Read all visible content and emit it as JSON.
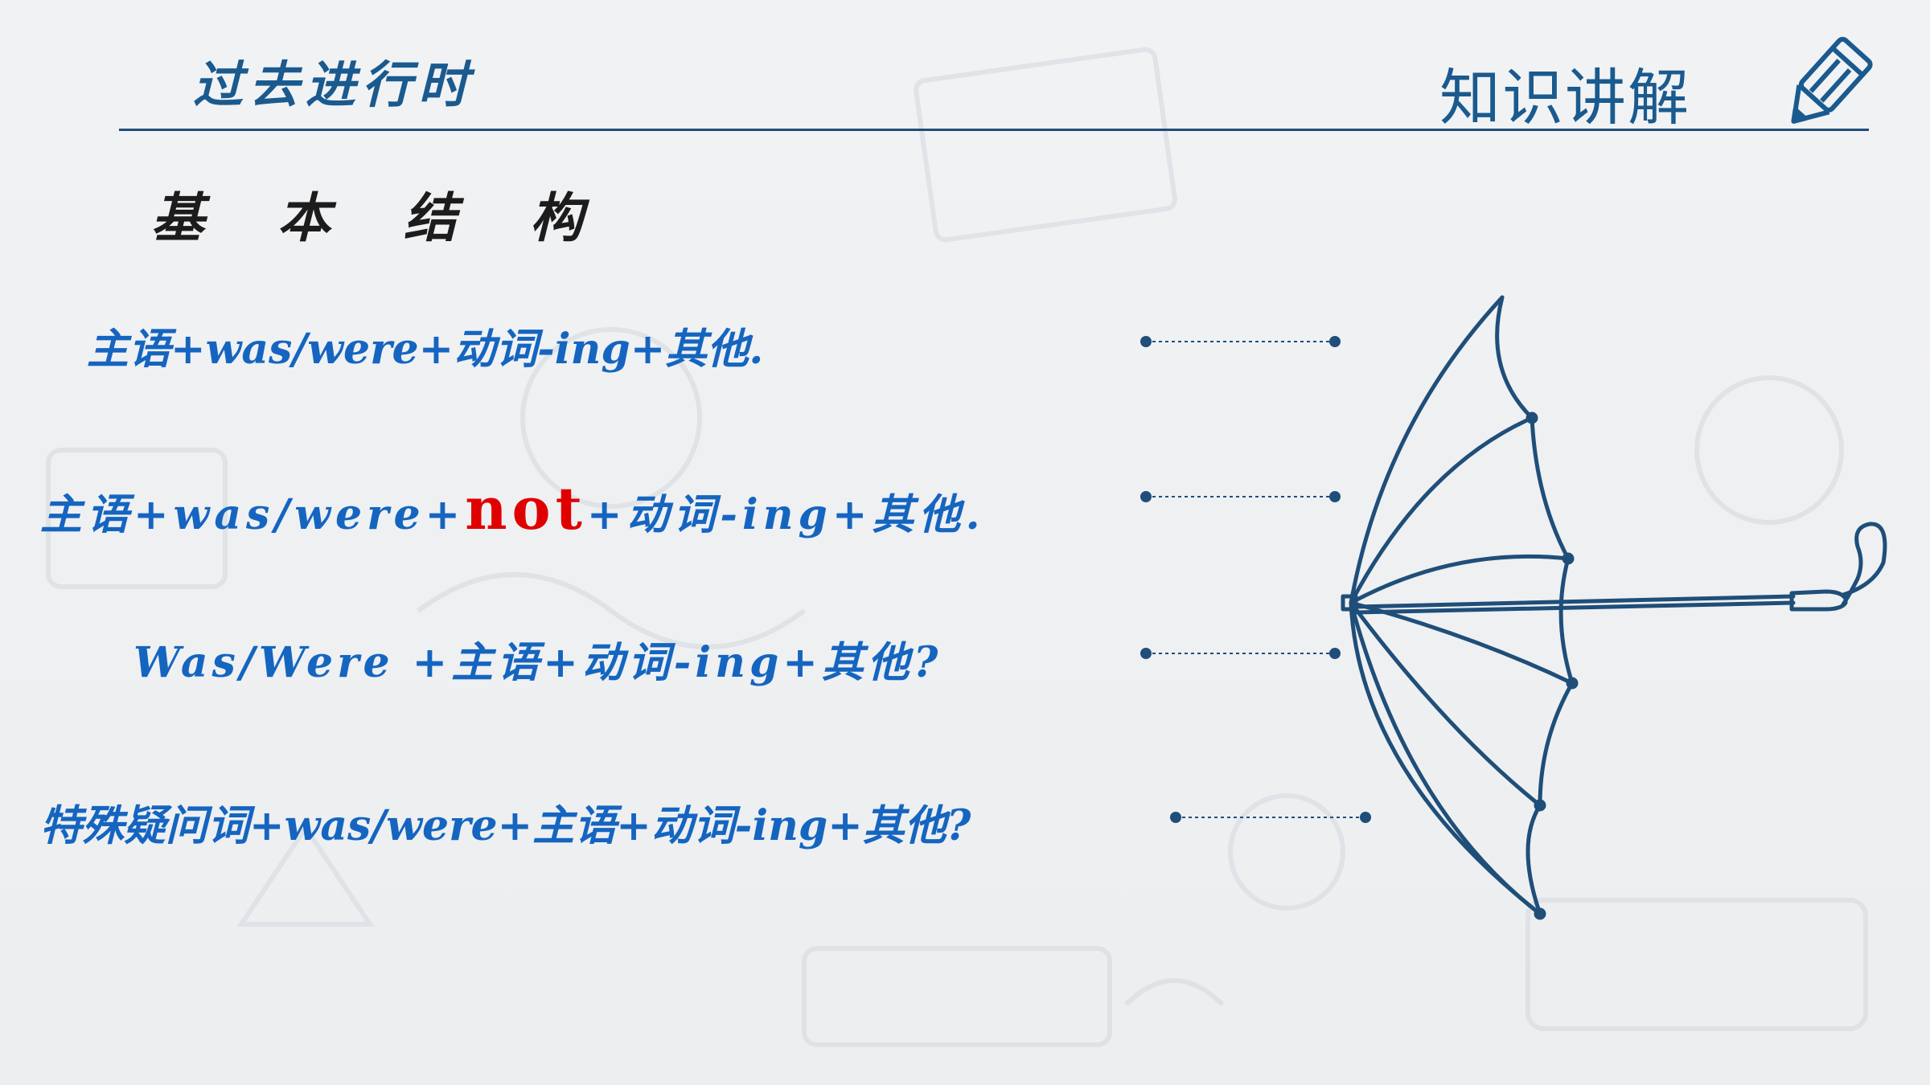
{
  "header": {
    "title": "过去进行时",
    "section_tag": "知识讲解"
  },
  "body": {
    "subtitle": "基 本 结 构",
    "formulas": [
      {
        "text": "主语+was/were+动词-ing+其他."
      },
      {
        "before": "主语+was/were+",
        "highlight": "not",
        "after": "+动词-ing+其他."
      },
      {
        "text": "Was/Were +主语+动词-ing+其他?"
      },
      {
        "text": "特殊疑问词+was/were+主语+动词-ing+其他?"
      }
    ]
  },
  "icons": {
    "pencil": "pencil-icon",
    "umbrella": "umbrella-illustration"
  },
  "colors": {
    "accent": "#1565c0",
    "title": "#1a5a8e",
    "highlight": "#e00000",
    "rule": "#1f4e79"
  }
}
